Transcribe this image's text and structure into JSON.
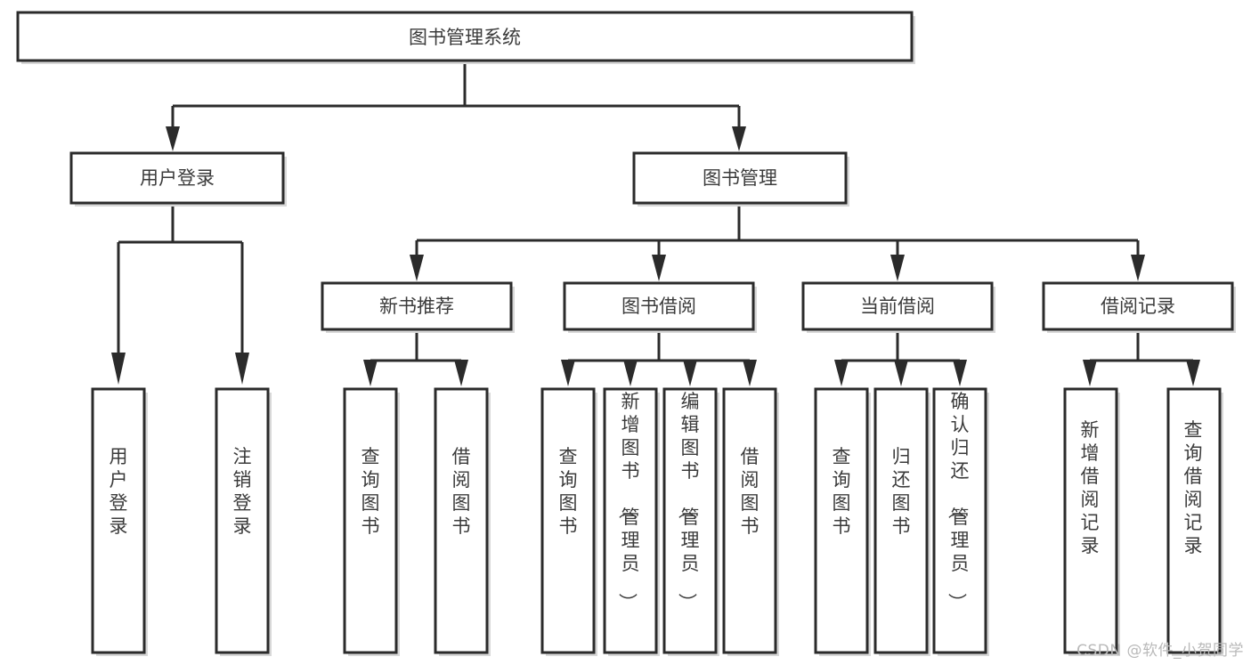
{
  "diagram": {
    "type": "hierarchy-tree",
    "title": "图书管理系统",
    "root": {
      "id": "root",
      "label": "图书管理系统",
      "orientation": "horizontal"
    },
    "level2": [
      {
        "id": "user-login",
        "label": "用户登录",
        "orientation": "horizontal"
      },
      {
        "id": "book-management",
        "label": "图书管理",
        "orientation": "horizontal"
      }
    ],
    "level3": [
      {
        "id": "new-book-recommend",
        "label": "新书推荐",
        "orientation": "horizontal",
        "parent": "book-management"
      },
      {
        "id": "book-borrow",
        "label": "图书借阅",
        "orientation": "horizontal",
        "parent": "book-management"
      },
      {
        "id": "current-borrow",
        "label": "当前借阅",
        "orientation": "horizontal",
        "parent": "book-management"
      },
      {
        "id": "borrow-record",
        "label": "借阅记录",
        "orientation": "horizontal",
        "parent": "book-management"
      }
    ],
    "leaves": [
      {
        "id": "leaf-user-login",
        "label": "用户登录",
        "orientation": "vertical",
        "parent": "user-login"
      },
      {
        "id": "leaf-logout",
        "label": "注销登录",
        "orientation": "vertical",
        "parent": "user-login"
      },
      {
        "id": "leaf-query-book-1",
        "label": "查询图书",
        "orientation": "vertical",
        "parent": "new-book-recommend"
      },
      {
        "id": "leaf-borrow-book-1",
        "label": "借阅图书",
        "orientation": "vertical",
        "parent": "new-book-recommend"
      },
      {
        "id": "leaf-query-book-2",
        "label": "查询图书",
        "orientation": "vertical",
        "parent": "book-borrow"
      },
      {
        "id": "leaf-add-book",
        "label": "新增图书（管理员）",
        "orientation": "vertical",
        "parent": "book-borrow"
      },
      {
        "id": "leaf-edit-book",
        "label": "编辑图书（管理员）",
        "orientation": "vertical",
        "parent": "book-borrow"
      },
      {
        "id": "leaf-borrow-book-2",
        "label": "借阅图书",
        "orientation": "vertical",
        "parent": "book-borrow"
      },
      {
        "id": "leaf-query-book-3",
        "label": "查询图书",
        "orientation": "vertical",
        "parent": "current-borrow"
      },
      {
        "id": "leaf-return-book",
        "label": "归还图书",
        "orientation": "vertical",
        "parent": "current-borrow"
      },
      {
        "id": "leaf-confirm-return",
        "label": "确认归还（管理员）",
        "orientation": "vertical",
        "parent": "current-borrow"
      },
      {
        "id": "leaf-add-record",
        "label": "新增借阅记录",
        "orientation": "vertical",
        "parent": "borrow-record"
      },
      {
        "id": "leaf-query-record",
        "label": "查询借阅记录",
        "orientation": "vertical",
        "parent": "borrow-record"
      }
    ],
    "colors": {
      "box_fill": "#ffffff",
      "box_stroke": "#2b2b2b",
      "text": "#3b3b3b",
      "connector": "#2b2b2b",
      "watermark": "#b9b9b9",
      "background": "#ffffff"
    }
  },
  "watermark": {
    "text": "CSDN @软件_小贺同学"
  }
}
